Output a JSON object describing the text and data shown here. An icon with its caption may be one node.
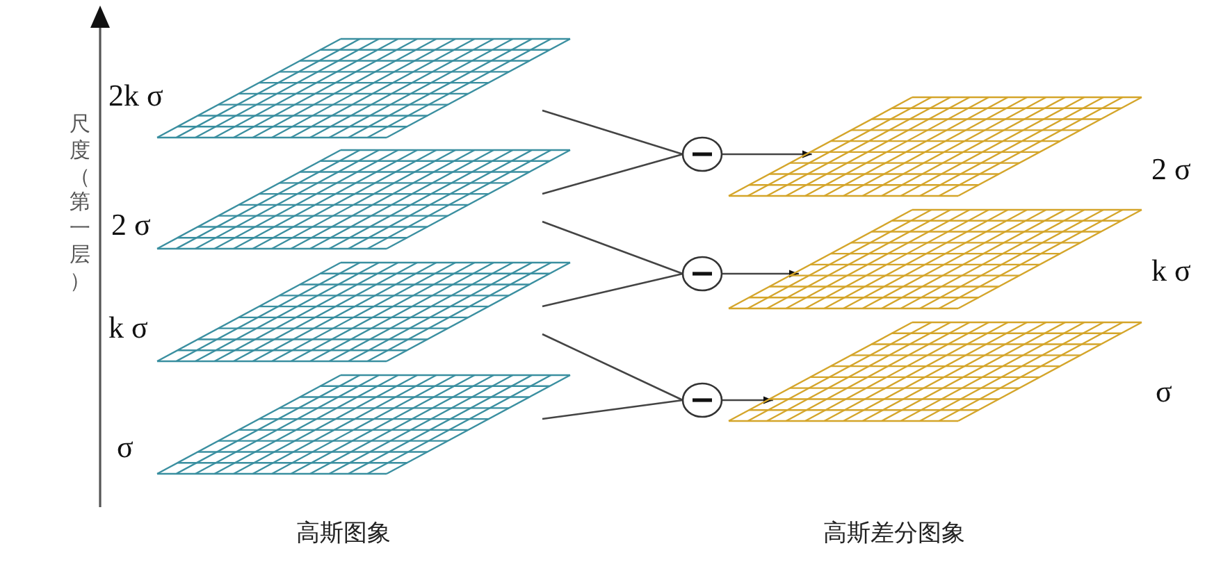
{
  "diagram": {
    "nodes": [
      {
        "text": [],
        "shape": "grid",
        "beside": [
          "2k σ"
        ]
      },
      {
        "text": [],
        "shape": "grid",
        "beside": [
          "2 σ"
        ]
      },
      {
        "text": [],
        "shape": "grid",
        "beside": [
          "k σ"
        ]
      },
      {
        "text": [],
        "shape": "grid",
        "beside": [
          "σ"
        ]
      },
      {
        "text": [],
        "shape": "circle"
      },
      {
        "text": [],
        "shape": "circle"
      },
      {
        "text": [],
        "shape": "circle"
      },
      {
        "text": [],
        "shape": "grid",
        "beside": [
          "2 σ"
        ]
      },
      {
        "text": [],
        "shape": "grid",
        "beside": [
          "k σ"
        ]
      },
      {
        "text": [],
        "shape": "grid",
        "beside": [
          "σ"
        ]
      }
    ],
    "edges": [
      {
        "from": 0,
        "to": 4,
        "arrow": "none"
      },
      {
        "from": 1,
        "to": 4,
        "arrow": "none"
      },
      {
        "from": 1,
        "to": 5,
        "arrow": "none"
      },
      {
        "from": 2,
        "to": 5,
        "arrow": "none"
      },
      {
        "from": 2,
        "to": 6,
        "arrow": "none"
      },
      {
        "from": 3,
        "to": 6,
        "arrow": "none"
      },
      {
        "from": 4,
        "to": 7,
        "arrow": "to"
      },
      {
        "from": 5,
        "to": 8,
        "arrow": "to"
      },
      {
        "from": 6,
        "to": 9,
        "arrow": "to"
      }
    ],
    "labels": [
      "尺度（第一层）",
      "高斯图象",
      "高斯差分图象"
    ]
  }
}
